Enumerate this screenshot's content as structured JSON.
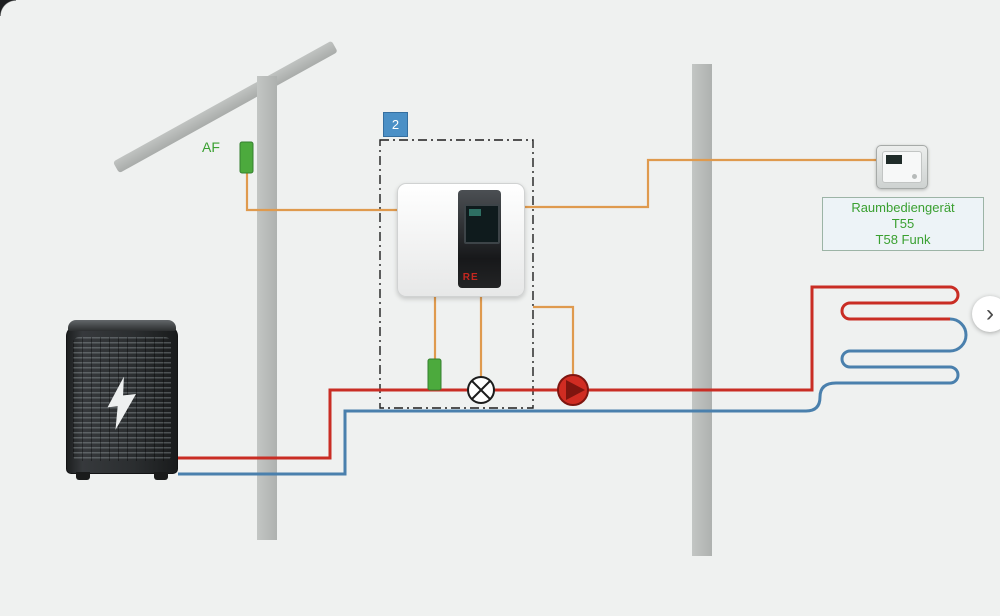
{
  "scene": {
    "outdoor_sensor": {
      "label": "AF"
    },
    "hydro_unit": {
      "tag": "2",
      "logo": "RE"
    },
    "room_controller": {
      "name_lines": [
        "Raumbediengerät",
        "T55",
        "T58 Funk"
      ]
    },
    "carousel_next_glyph": "›",
    "colors": {
      "background": "#eff1f0",
      "signal_wire_orange": "#df9a4e",
      "supply_pipe_red": "#c92d24",
      "return_pipe_blue": "#4a80ad",
      "sensor_green": "#4caa3d",
      "tag_blue": "#4b90c6",
      "label_text_green": "#3aa031",
      "structure_gray": "#b9bdbb",
      "pump_red": "#d02c22"
    }
  }
}
